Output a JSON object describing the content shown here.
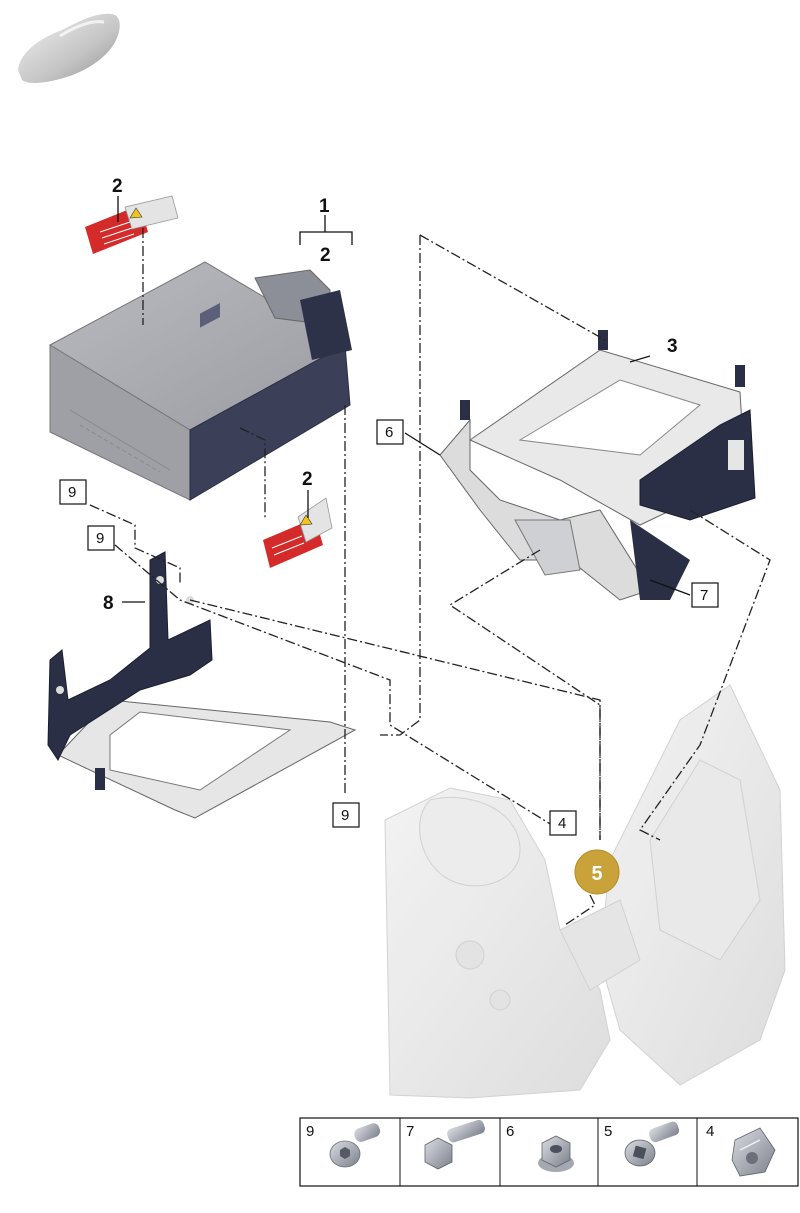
{
  "callouts": {
    "part_1": "1",
    "part_2_group": "2",
    "part_2_label_top": "2",
    "part_2_label_mid": "2",
    "part_3": "3",
    "part_4": "4",
    "part_5": "5",
    "part_6": "6",
    "part_7": "7",
    "part_8": "8",
    "part_9_a": "9",
    "part_9_b": "9",
    "part_9_c": "9"
  },
  "legend": [
    {
      "num": "9",
      "icon": "torx-bolt-icon"
    },
    {
      "num": "7",
      "icon": "hex-bolt-icon"
    },
    {
      "num": "6",
      "icon": "hex-nut-icon"
    },
    {
      "num": "5",
      "icon": "socket-bolt-icon"
    },
    {
      "num": "4",
      "icon": "clip-nut-icon"
    }
  ],
  "colors": {
    "highlight_badge": "#c9a23a",
    "warning_label_red": "#d42a2a",
    "bracket_dark": "#2a2f45",
    "module_grey": "#a9abb0"
  }
}
